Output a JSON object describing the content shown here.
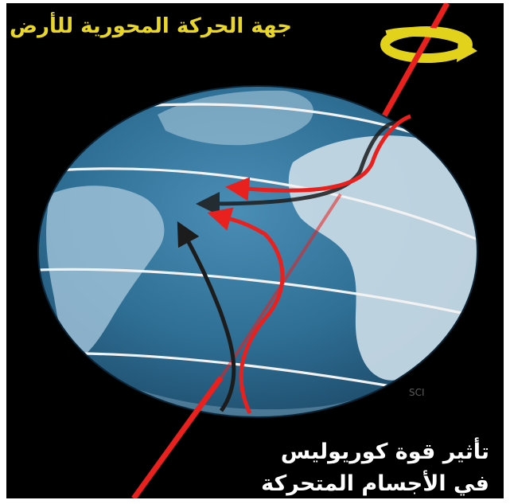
{
  "captions": {
    "axis_rotation": "جهة الحركة المحورية للأرض",
    "coriolis_line1": "تأثير قوة كوريوليس",
    "coriolis_line2": "في الأجسام المتحركة"
  },
  "watermark": "SCI",
  "colors": {
    "background": "#000000",
    "ocean": "#2f6f95",
    "land": "#c9dbe6",
    "axis": "#e8201e",
    "rotation_arrow": "#e2d21c",
    "latitude_lines": "#f2f2f2",
    "deflected_path": "#e8201e",
    "straight_path": "#1c1c1c",
    "caption_top": "#e8d62a",
    "caption_bottom": "#ffffff"
  },
  "icons": {
    "rotation": "circular-arrow-icon"
  }
}
